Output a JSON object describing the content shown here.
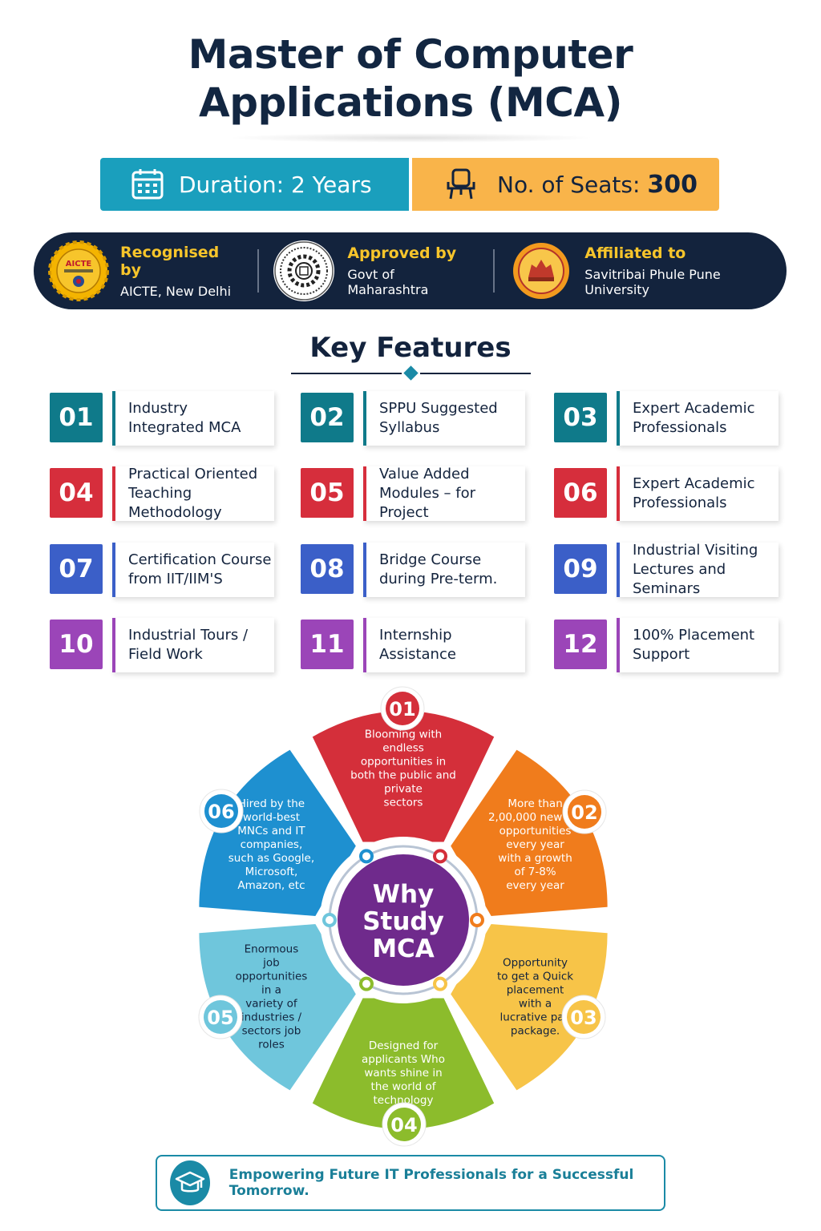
{
  "title": {
    "line1": "Master of Computer",
    "line2": "Applications (MCA)"
  },
  "info": {
    "duration_label": "Duration:",
    "duration_value": "2 Years",
    "seats_label": "No. of Seats:",
    "seats_value": "300",
    "duration_icon": "calendar-icon",
    "seats_icon": "chair-icon"
  },
  "credentials": [
    {
      "label": "Recognised by",
      "value": "AICTE, New Delhi",
      "logo_text": "AICTE"
    },
    {
      "label": "Approved by",
      "value": "Govt of Maharashtra"
    },
    {
      "label": "Affiliated to",
      "value": "Savitribai Phule Pune University"
    }
  ],
  "key_features": {
    "heading": "Key Features",
    "items": [
      {
        "num": "01",
        "line1": "Industry",
        "line2": "Integrated MCA",
        "color": "#0f7a8a"
      },
      {
        "num": "02",
        "line1": "SPPU Suggested",
        "line2": "Syllabus",
        "color": "#0f7a8a"
      },
      {
        "num": "03",
        "line1": "Expert Academic",
        "line2": "Professionals",
        "color": "#0f7a8a"
      },
      {
        "num": "04",
        "line1": "Practical Oriented",
        "line2": "Teaching Methodology",
        "color": "#d62e3c"
      },
      {
        "num": "05",
        "line1": "Value Added",
        "line2": "Modules – for Project",
        "color": "#d62e3c"
      },
      {
        "num": "06",
        "line1": "Expert Academic",
        "line2": "Professionals",
        "color": "#d62e3c"
      },
      {
        "num": "07",
        "line1": "Certification Course",
        "line2": "from IIT/IIM'S",
        "color": "#3b5fc8"
      },
      {
        "num": "08",
        "line1": "Bridge Course",
        "line2": "during Pre-term.",
        "color": "#3b5fc8"
      },
      {
        "num": "09",
        "line1": "Industrial Visiting",
        "line2": "Lectures and Seminars",
        "color": "#3b5fc8"
      },
      {
        "num": "10",
        "line1": "Industrial Tours /",
        "line2": "Field Work",
        "color": "#9b45b8"
      },
      {
        "num": "11",
        "line1": "Internship",
        "line2": "Assistance",
        "color": "#9b45b8"
      },
      {
        "num": "12",
        "line1": "100% Placement",
        "line2": "Support",
        "color": "#9b45b8"
      }
    ]
  },
  "why": {
    "center": [
      "Why",
      "Study",
      "MCA"
    ],
    "petals": [
      {
        "num": "01",
        "color": "#d42f3a",
        "lines": [
          "Blooming with",
          "endless",
          "opportunities in",
          "both the public and",
          "private",
          "sectors"
        ]
      },
      {
        "num": "02",
        "color": "#f07c1c",
        "lines": [
          "More than",
          "2,00,000 new job",
          "opportunities",
          "every year",
          "with a growth",
          "of 7-8%",
          "every year"
        ]
      },
      {
        "num": "03",
        "color": "#f7c448",
        "lines": [
          "Opportunity",
          "to get a Quick",
          "placement",
          "with a",
          "lucrative pay",
          "package."
        ]
      },
      {
        "num": "04",
        "color": "#8cbc2c",
        "lines": [
          "Designed for",
          "applicants Who",
          "wants shine in",
          "the world of",
          "technology"
        ]
      },
      {
        "num": "05",
        "color": "#6fc6dc",
        "lines": [
          "Enormous",
          "job",
          "opportunities",
          "in a",
          "variety of",
          "industries /",
          "sectors job",
          "roles"
        ]
      },
      {
        "num": "06",
        "color": "#1e90d0",
        "lines": [
          "Hired by the",
          "world-best",
          "MNCs and IT",
          "companies,",
          "such as Google,",
          "Microsoft,",
          "Amazon, etc"
        ]
      }
    ]
  },
  "footer": {
    "message": "Empowering Future IT Professionals for a Successful Tomorrow.",
    "icon": "graduation-cap-icon"
  }
}
